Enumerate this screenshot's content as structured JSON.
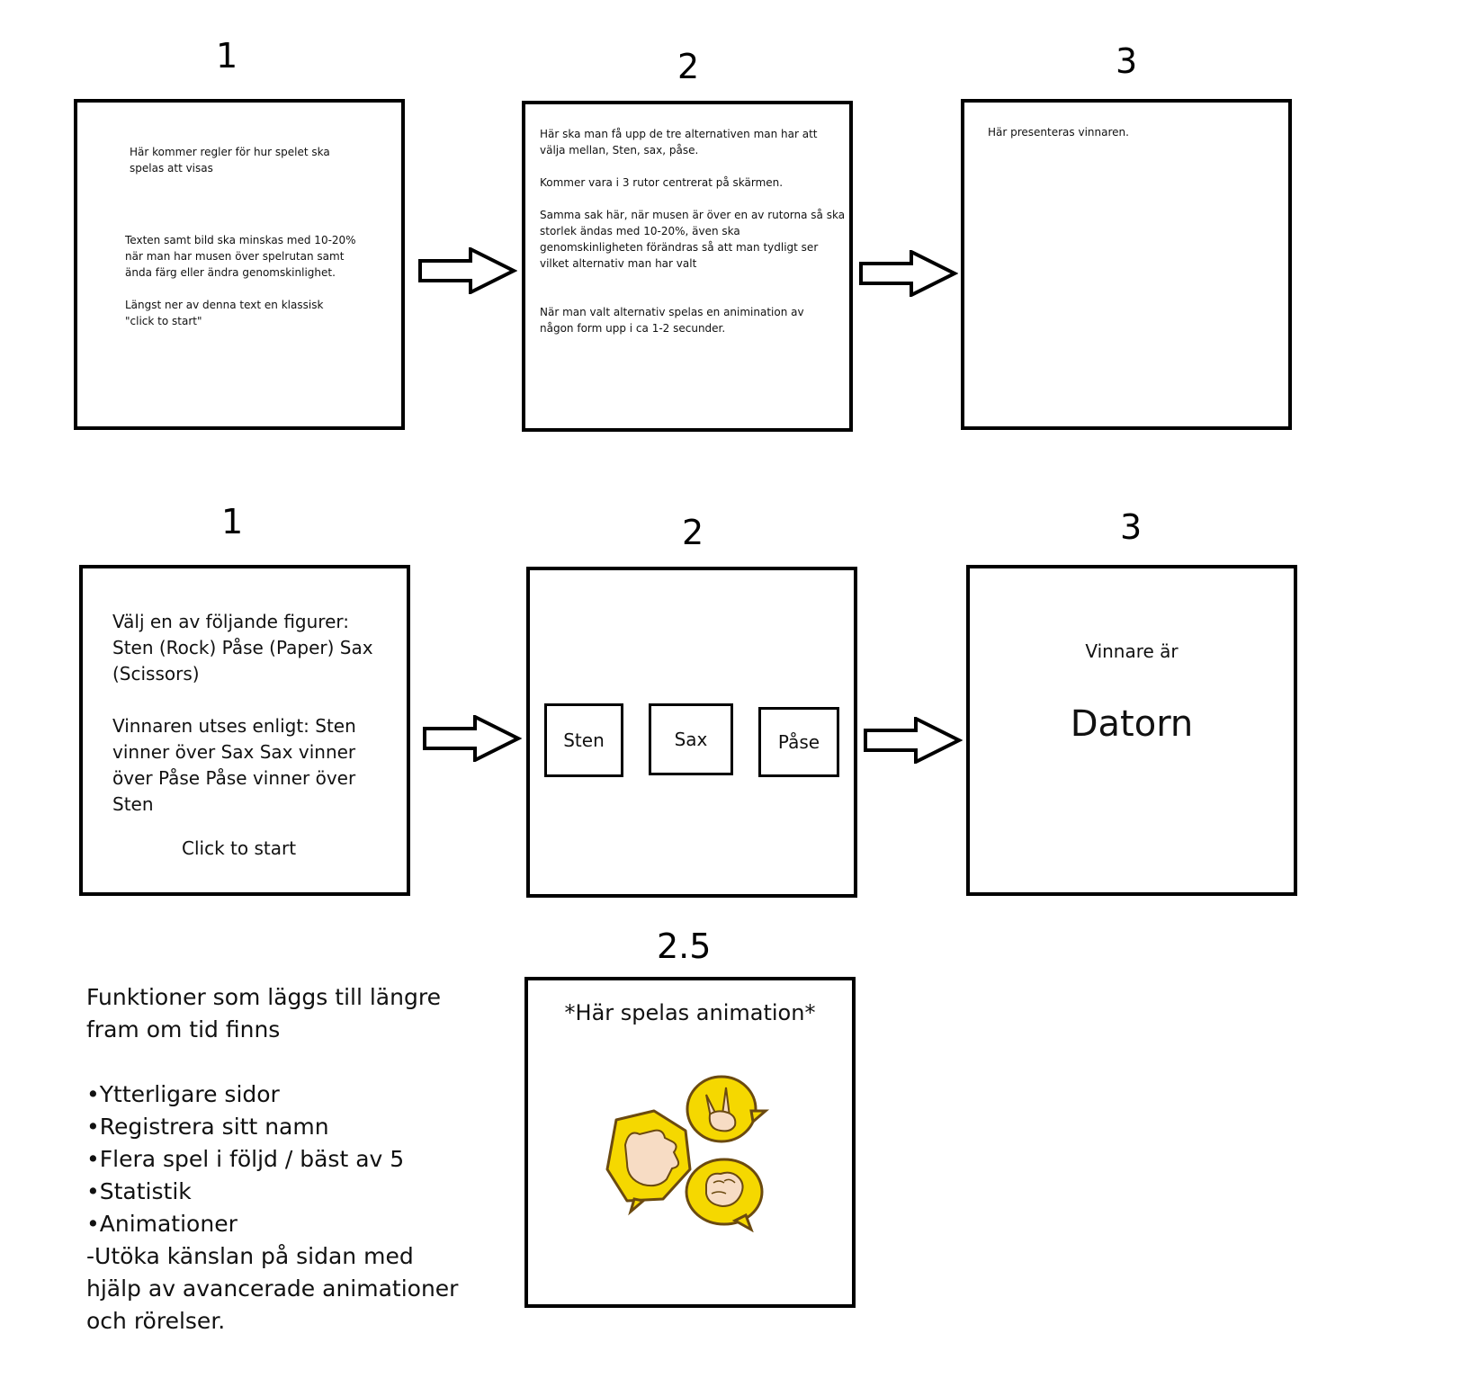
{
  "row1": {
    "step1": {
      "number": "1",
      "lines": [
        "Här kommer regler för hur spelet ska\nspelas att visas",
        "Texten samt bild ska minskas med 10-20%\nnär man har musen över spelrutan samt\nända färg eller ändra genomskinlighet.\n\nLängst ner av denna text en klassisk\n\"click to start\""
      ]
    },
    "step2": {
      "number": "2",
      "text": "Här ska man få upp de tre alternativen man har att\nvälja mellan, Sten, sax, påse.\n\nKommer vara i 3 rutor centrerat på skärmen.\n\nSamma sak här, när musen är över en av rutorna så ska\nstorlek ändas med 10-20%, även ska\ngenomskinligheten förändras så att man tydligt ser\nvilket alternativ man har valt\n\n\nNär  man valt alternativ spelas en animination av\nnågon form upp i ca 1-2 secunder."
    },
    "step3": {
      "number": "3",
      "text": "Här presenteras vinnaren."
    }
  },
  "row2": {
    "step1": {
      "number": "1",
      "text": "Välj en av följande figurer:\nSten (Rock) Påse (Paper) Sax\n(Scissors)\n\nVinnaren utses enligt: Sten\nvinner över Sax Sax vinner\növer Påse Påse vinner över\nSten",
      "cta": "Click to start"
    },
    "step2": {
      "number": "2",
      "choices": [
        "Sten",
        "Sax",
        "Påse"
      ]
    },
    "step3": {
      "number": "3",
      "label": "Vinnare är",
      "winner": "Datorn"
    }
  },
  "row3": {
    "notes": "Funktioner som läggs till längre\nfram om tid finns\n\n•Ytterligare sidor\n•Registrera sitt namn\n•Flera spel i följd / bäst av 5\n•Statistik\n•Animationer\n   -Utöka känslan på sidan med\nhjälp av avancerade animationer\noch rörelser.",
    "anim": {
      "number": "2.5",
      "title": "*Här spelas animation*"
    }
  },
  "colors": {
    "icon_yellow": "#f5d800",
    "icon_outline": "#6b4a10",
    "skin": "#f7dcc4"
  }
}
